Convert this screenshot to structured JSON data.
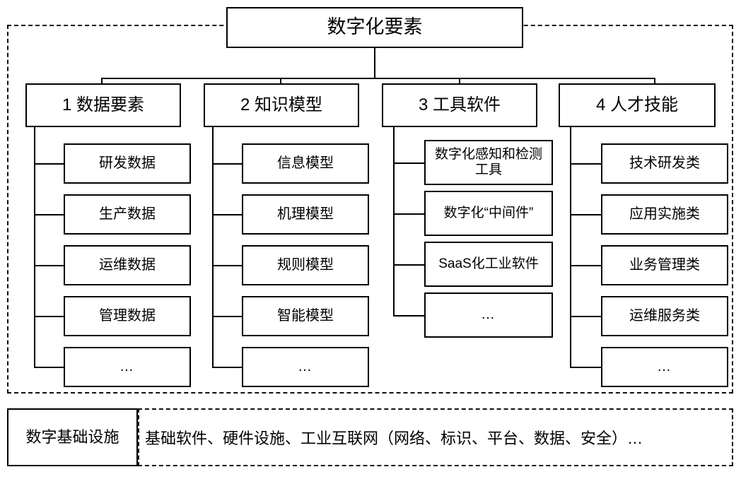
{
  "diagram": {
    "root": {
      "label": "数字化要素"
    },
    "categories": [
      {
        "label": "1 数据要素",
        "items": [
          {
            "label": "研发数据"
          },
          {
            "label": "生产数据"
          },
          {
            "label": "运维数据"
          },
          {
            "label": "管理数据"
          },
          {
            "label": "…"
          }
        ]
      },
      {
        "label": "2 知识模型",
        "items": [
          {
            "label": "信息模型"
          },
          {
            "label": "机理模型"
          },
          {
            "label": "规则模型"
          },
          {
            "label": "智能模型"
          },
          {
            "label": "…"
          }
        ]
      },
      {
        "label": "3 工具软件",
        "items": [
          {
            "label": "数字化感知和检测工具"
          },
          {
            "label": "数字化“中间件”"
          },
          {
            "label": "SaaS化工业软件"
          },
          {
            "label": "…"
          }
        ]
      },
      {
        "label": "4 人才技能",
        "items": [
          {
            "label": "技术研发类"
          },
          {
            "label": "应用实施类"
          },
          {
            "label": "业务管理类"
          },
          {
            "label": "运维服务类"
          },
          {
            "label": "…"
          }
        ]
      }
    ],
    "infrastructure": {
      "label": "数字基础设施",
      "description": "基础软件、硬件设施、工业互联网（网络、标识、平台、数据、安全）…"
    },
    "colors": {
      "line": "#000000",
      "background": "#ffffff",
      "dashed_border": "#111111"
    }
  }
}
